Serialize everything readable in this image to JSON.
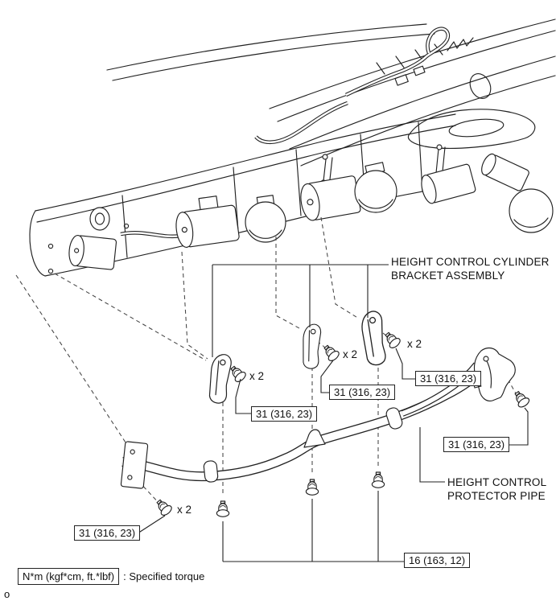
{
  "figure": {
    "title": "Height control protector pipe installation diagram",
    "callouts": {
      "bracket_assembly": {
        "line1": "HEIGHT CONTROL CYLINDER",
        "line2": "BRACKET ASSEMBLY"
      },
      "protector_pipe": {
        "line1": "HEIGHT CONTROL",
        "line2": "PROTECTOR PIPE"
      }
    },
    "torque_specs": [
      {
        "id": "bracket-left-bolt",
        "value": "31 (316, 23)"
      },
      {
        "id": "bracket-mid-bolt",
        "value": "31 (316, 23)"
      },
      {
        "id": "bracket-right-bolt",
        "value": "31 (316, 23)"
      },
      {
        "id": "pipe-end-bolt",
        "value": "31 (316, 23)"
      },
      {
        "id": "pipe-left-bolt",
        "value": "31 (316, 23)"
      },
      {
        "id": "pipe-lower-bolts",
        "value": "16 (163, 12)"
      }
    ],
    "quantity_markers": [
      {
        "id": "qty-bracket-left",
        "text": "x 2"
      },
      {
        "id": "qty-bracket-mid",
        "text": "x 2"
      },
      {
        "id": "qty-bracket-right",
        "text": "x 2"
      },
      {
        "id": "qty-pipe-left",
        "text": "x 2"
      }
    ],
    "legend": {
      "unit_label": "N*m (kgf*cm, ft.*lbf)",
      "description": ": Specified torque"
    },
    "footer": "o"
  }
}
